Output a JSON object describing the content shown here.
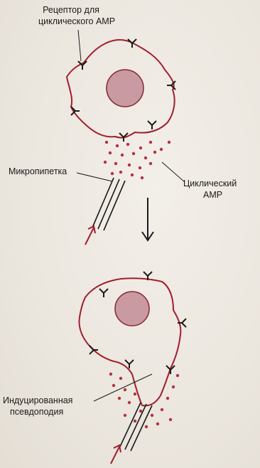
{
  "labels": {
    "receptor_line1": "Рецептор для",
    "receptor_line2": "циклического AMP",
    "micropipette": "Микропипетка",
    "camp_line1": "Циклический",
    "camp_line2": "AMP",
    "pseudopod_line1": "Индуцированная",
    "pseudopod_line2": "псевдоподия"
  },
  "colors": {
    "membrane": "#a11e2e",
    "nucleus_fill": "#c99aa2",
    "nucleus_stroke": "#8a2430",
    "dots": "#b3323f",
    "ink": "#1a1a1a",
    "arrow": "#a11e2e"
  }
}
